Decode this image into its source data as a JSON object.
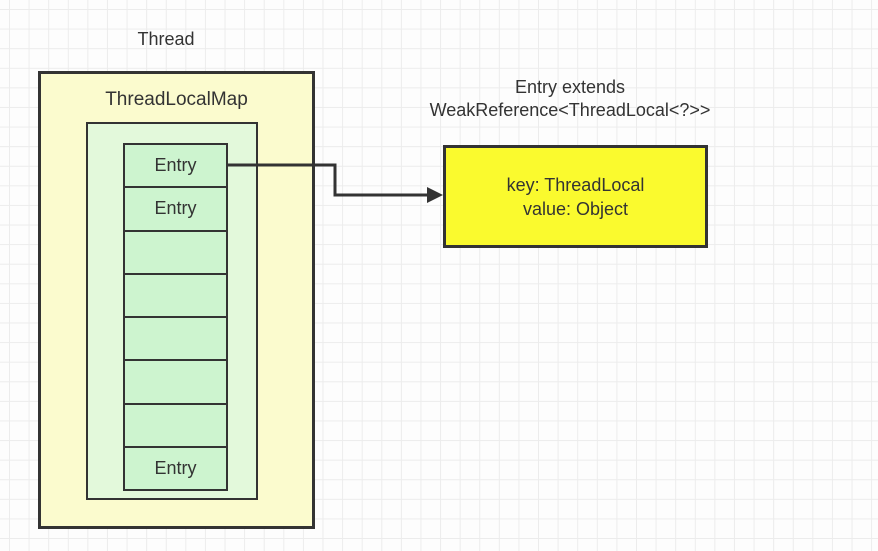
{
  "labels": {
    "thread": "Thread",
    "map_title": "ThreadLocalMap",
    "annotation_line1": "Entry extends",
    "annotation_line2": "WeakReference<ThreadLocal<?>>",
    "key_line": "key:  ThreadLocal",
    "value_line": "value:  Object"
  },
  "map": {
    "cells": [
      "Entry",
      "Entry",
      "",
      "",
      "",
      "",
      "",
      "Entry"
    ]
  },
  "colors": {
    "background": "#FDFDFD",
    "grid_line": "#ECECEC",
    "border": "#333333",
    "text": "#333333",
    "outer_box_fill": "#FBFBCE",
    "inner_box_fill": "#E3F9DB",
    "cell_fill": "#CDF4CF",
    "detail_box_fill": "#FAFA2E"
  }
}
